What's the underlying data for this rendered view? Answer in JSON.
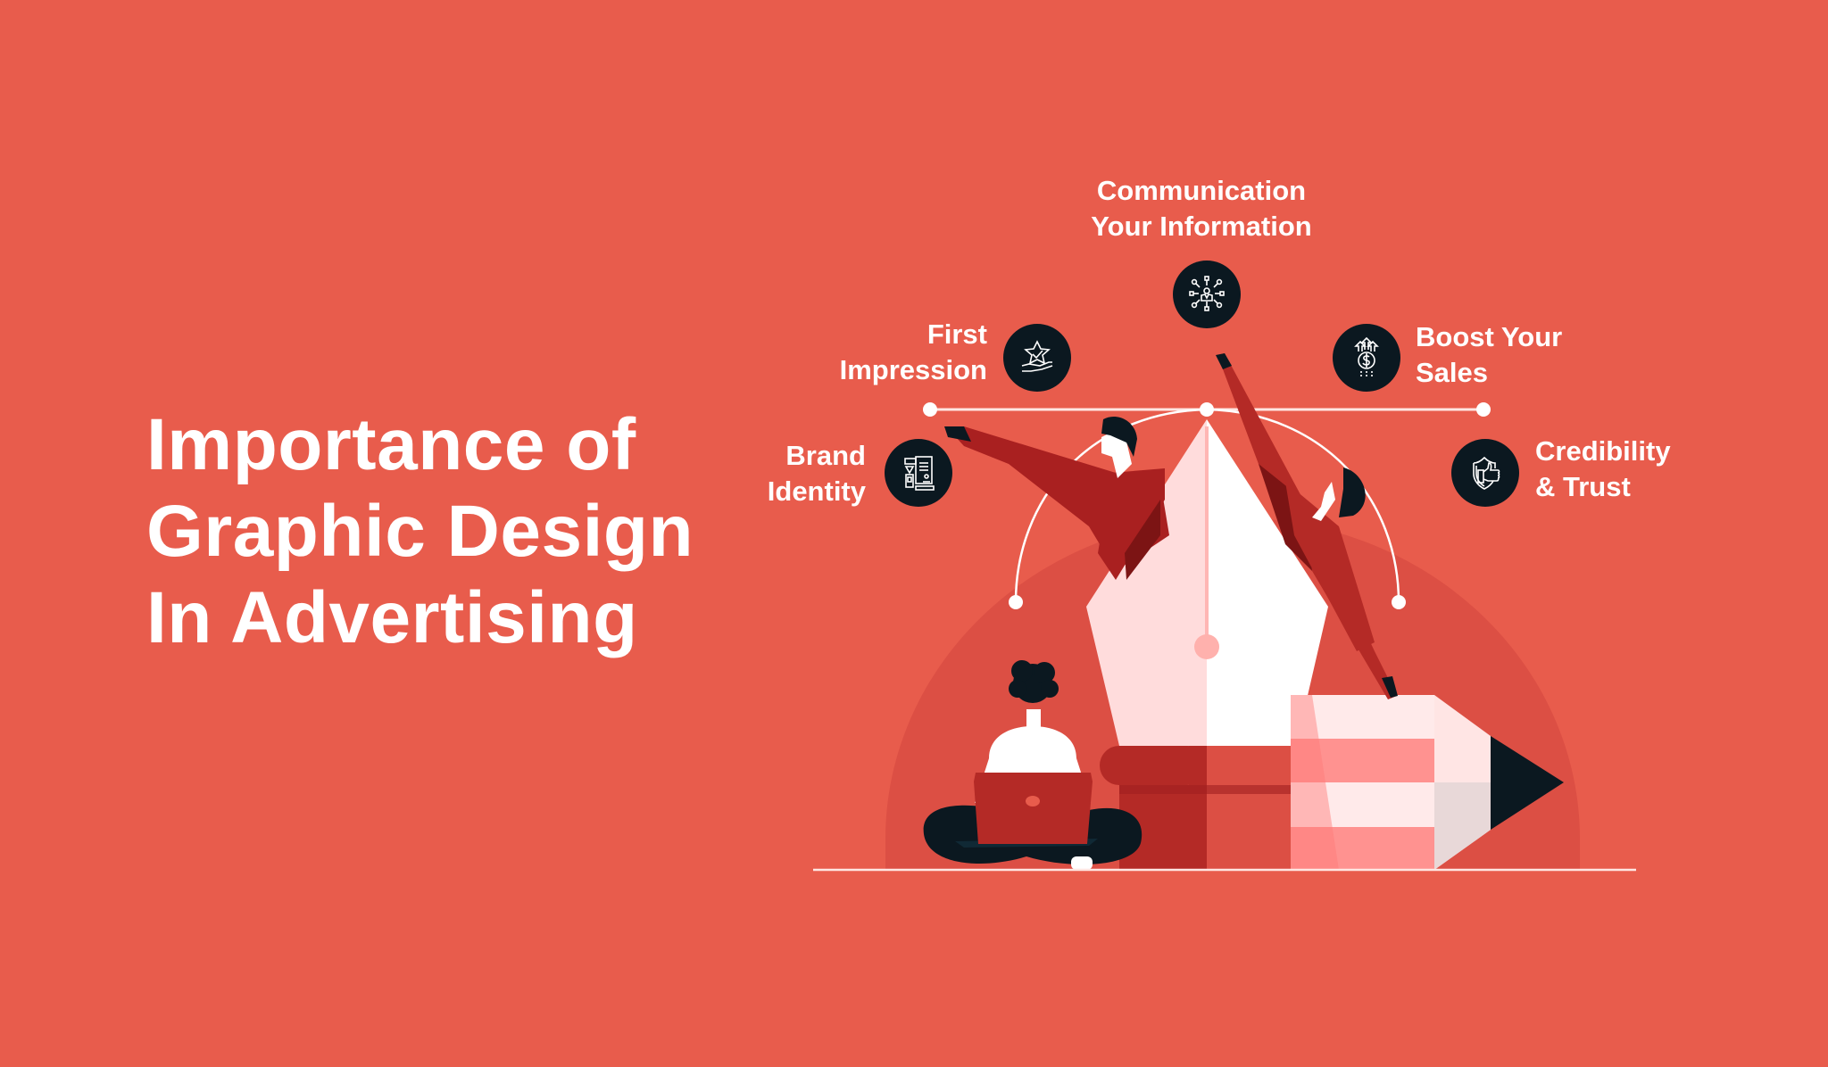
{
  "colors": {
    "background": "#e85c4c",
    "semicircle": "#dc4f44",
    "dark": "#0b1820",
    "crimson": "#a92020",
    "red_mid": "#b32a26",
    "pen_light": "#ffdcdc",
    "pen_white": "#ffffff",
    "pencil_pink": "#ff9290",
    "pencil_light": "#ffeaea"
  },
  "title": {
    "lines": [
      "Importance of",
      "Graphic Design",
      "In Advertising"
    ]
  },
  "benefits": [
    {
      "id": "communication",
      "lines": [
        "Communication",
        "Your Information"
      ],
      "icon": "network-person-icon"
    },
    {
      "id": "first-impression",
      "lines": [
        "First",
        "Impression"
      ],
      "icon": "hand-star-check-icon"
    },
    {
      "id": "brand-identity",
      "lines": [
        "Brand",
        "Identity"
      ],
      "icon": "brand-kit-icon"
    },
    {
      "id": "boost-sales",
      "lines": [
        "Boost Your",
        "Sales"
      ],
      "icon": "dollar-growth-icon"
    },
    {
      "id": "credibility",
      "lines": [
        "Credibility",
        "& Trust"
      ],
      "icon": "shield-thumbs-up-icon"
    }
  ]
}
